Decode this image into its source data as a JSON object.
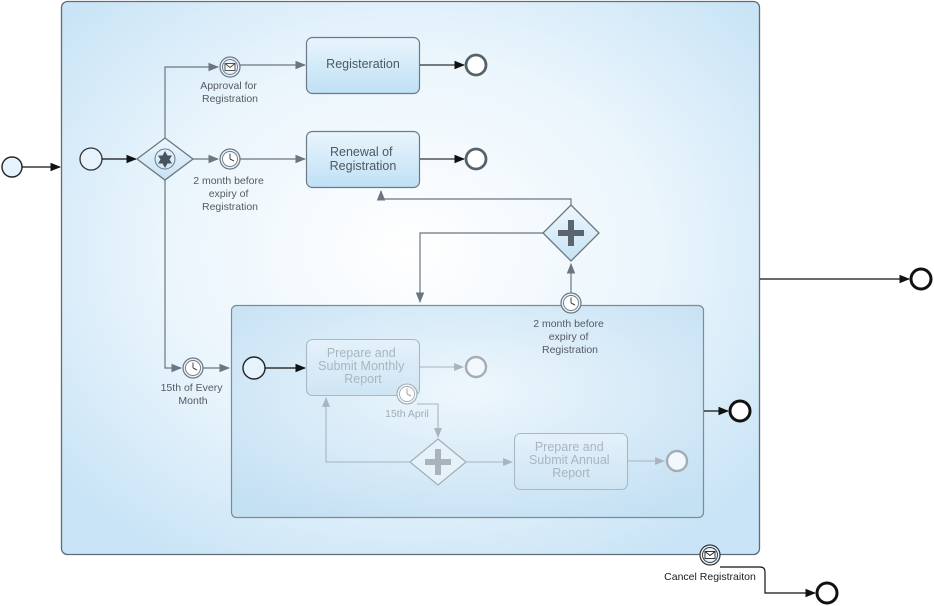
{
  "diagram": {
    "tasks": {
      "registration": [
        "Registeration"
      ],
      "renewal": [
        "Renewal of",
        "Registration"
      ],
      "monthly_report": [
        "Prepare and",
        "Submit Monthly",
        "Report"
      ],
      "annual_report": [
        "Prepare and",
        "Submit  Annual",
        "Report"
      ]
    },
    "events": {
      "approval": [
        "Approval for",
        "Registration"
      ],
      "two_month_top": [
        "2 month before",
        "expiry of",
        "Registration"
      ],
      "fifteenth_month": [
        "15th of Every",
        "Month"
      ],
      "two_month_boundary": [
        "2 month before",
        "expiry of",
        "Registration"
      ],
      "fifteenth_april": [
        "15th April"
      ],
      "cancel": [
        "Cancel Registraiton"
      ]
    },
    "icons": {
      "gateway_event": "event-based-gateway-icon",
      "gateway_parallel": "parallel-gateway-icon",
      "message": "envelope-icon",
      "timer": "clock-icon"
    },
    "colors": {
      "stroke": "#6b7680",
      "task_fill": "#cfe7f7",
      "pool_fill": "#dff0fb",
      "subprocess_fill": "#d3e8f6"
    }
  }
}
